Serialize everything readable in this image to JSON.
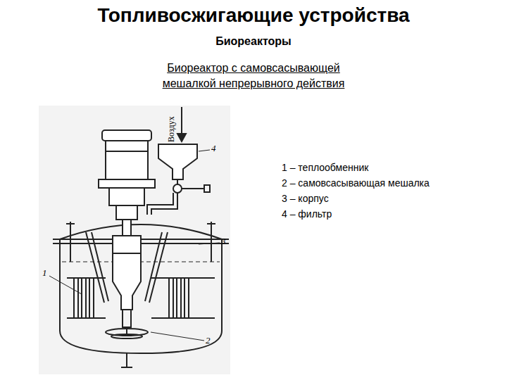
{
  "diagram": {
    "title": "Топливосжигающие устройства",
    "labels": [
      "Биореакторы",
      "Биореактор с самовсасывающей мешалкой непрерывного действия",
      "Воздух",
      "4",
      "3",
      "1",
      "2",
      "1 – теплообменник",
      "2 – самовсасывающая мешалка",
      "3 – корпус",
      "4 – фильтр"
    ]
  }
}
